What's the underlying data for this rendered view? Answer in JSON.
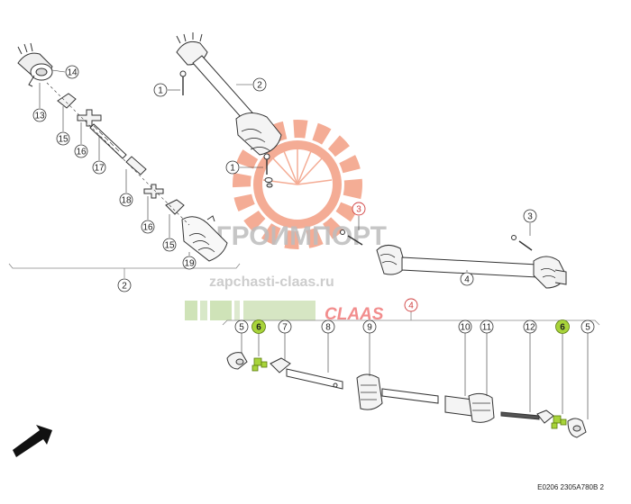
{
  "watermark": {
    "brand": "АГРОИМПОРТ",
    "site": "zapchasti-claas.ru",
    "logo": "CLAAS",
    "gear_color": "#f3a48a",
    "text_color": "#bdbdbd",
    "logo_color": "#f07a7a",
    "bar_color": "#cfe3b8"
  },
  "drawing_code": "E0206 2305A780B 2",
  "callouts": {
    "c14": "14",
    "c13": "13",
    "c15a": "15",
    "c16a": "16",
    "c17": "17",
    "c18": "18",
    "c16b": "16",
    "c15b": "15",
    "c19": "19",
    "c2a": "2",
    "c2b": "2",
    "c1a": "1",
    "c1b": "1",
    "c3a": "3",
    "c3b": "3",
    "c4": "4",
    "c5a": "5",
    "c6a": "6",
    "c7": "7",
    "c8": "8",
    "c9": "9",
    "c10": "10",
    "c11": "11",
    "c12": "12",
    "c6b": "6",
    "c5b": "5"
  },
  "colors": {
    "highlight": "#a8d43a",
    "red_callout": "#d04040"
  }
}
